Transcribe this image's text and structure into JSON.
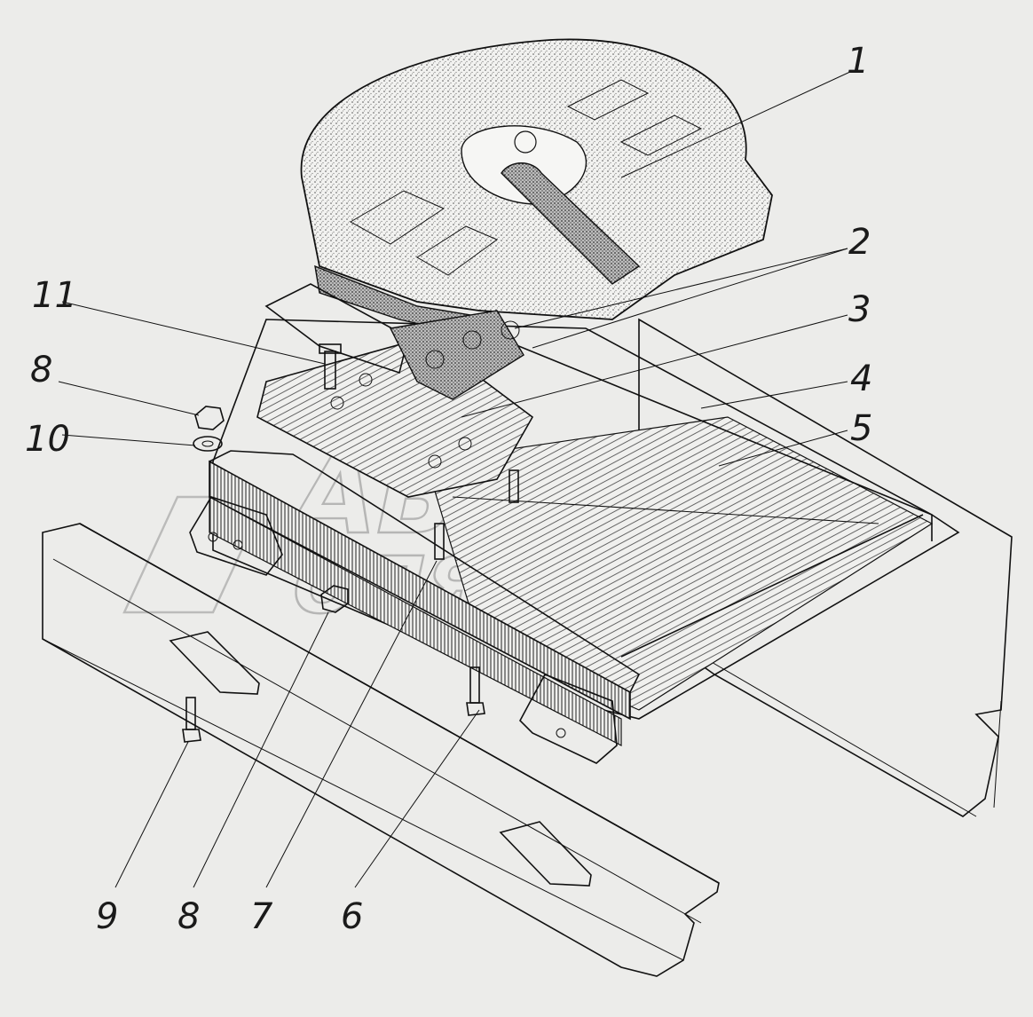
{
  "callouts": [
    {
      "id": "c1",
      "text": "1"
    },
    {
      "id": "c2",
      "text": "2"
    },
    {
      "id": "c3",
      "text": "3"
    },
    {
      "id": "c4",
      "text": "4"
    },
    {
      "id": "c5",
      "text": "5"
    },
    {
      "id": "c6",
      "text": "6"
    },
    {
      "id": "c7",
      "text": "7"
    },
    {
      "id": "c8a",
      "text": "8"
    },
    {
      "id": "c8b",
      "text": "8"
    },
    {
      "id": "c9",
      "text": "9"
    },
    {
      "id": "c10",
      "text": "10"
    },
    {
      "id": "c11",
      "text": "11"
    }
  ],
  "watermark": {
    "line1": "АВТО",
    "line2": "ОПЯТЬ"
  },
  "colors": {
    "background": "#ececea",
    "ink": "#111111",
    "stipple": "#6e6e6e",
    "watermark": "#8a8a8a"
  }
}
